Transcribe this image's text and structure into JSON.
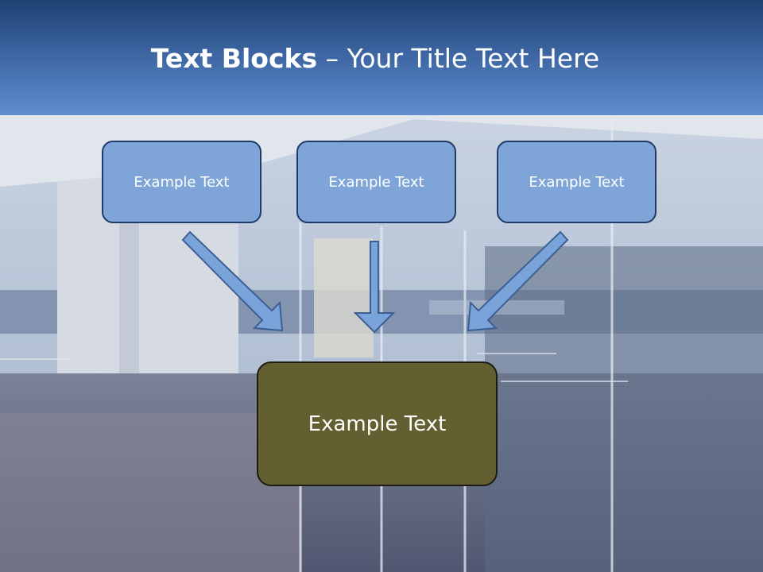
{
  "title": {
    "bold": "Text Blocks",
    "separator": " – ",
    "rest": "Your Title Text Here"
  },
  "blocks": {
    "top_left": "Example Text",
    "top_middle": "Example Text",
    "top_right": "Example Text",
    "center": "Example Text"
  },
  "colors": {
    "header_top": "#1f4173",
    "header_bottom": "#5f8ccf",
    "block_fill": "#7fa5d8",
    "block_border": "#1f3b66",
    "center_fill": "#635f30",
    "arrow_fill": "#7aa3d9"
  }
}
